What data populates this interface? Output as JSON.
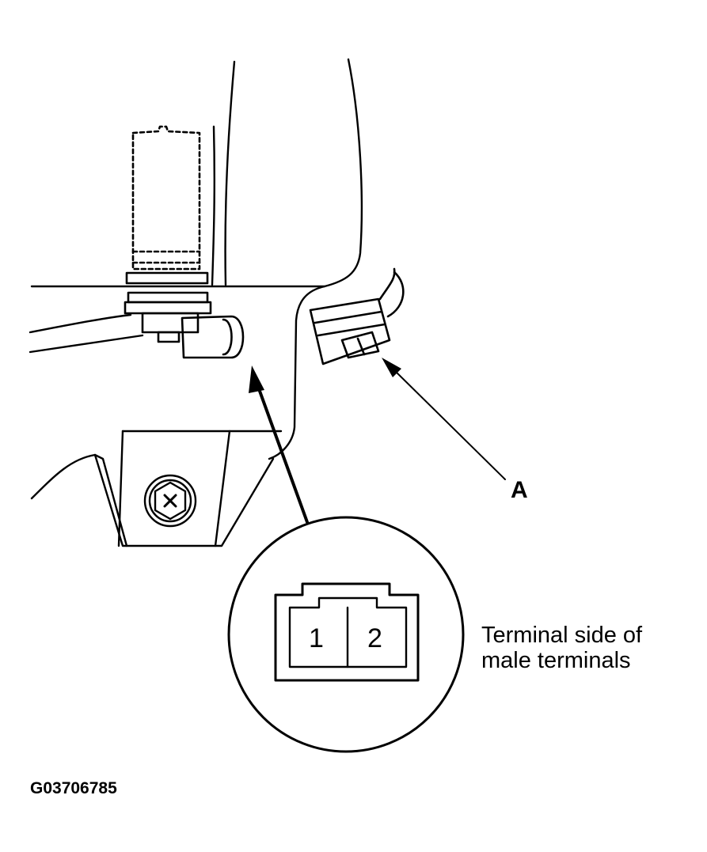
{
  "callout_a": "A",
  "inset": {
    "pin_1": "1",
    "pin_2": "2",
    "caption_line_1": "Terminal side of",
    "caption_line_2": "male terminals"
  },
  "figure_code": "G03706785",
  "colors": {
    "ink": "#000000",
    "background": "#ffffff"
  }
}
